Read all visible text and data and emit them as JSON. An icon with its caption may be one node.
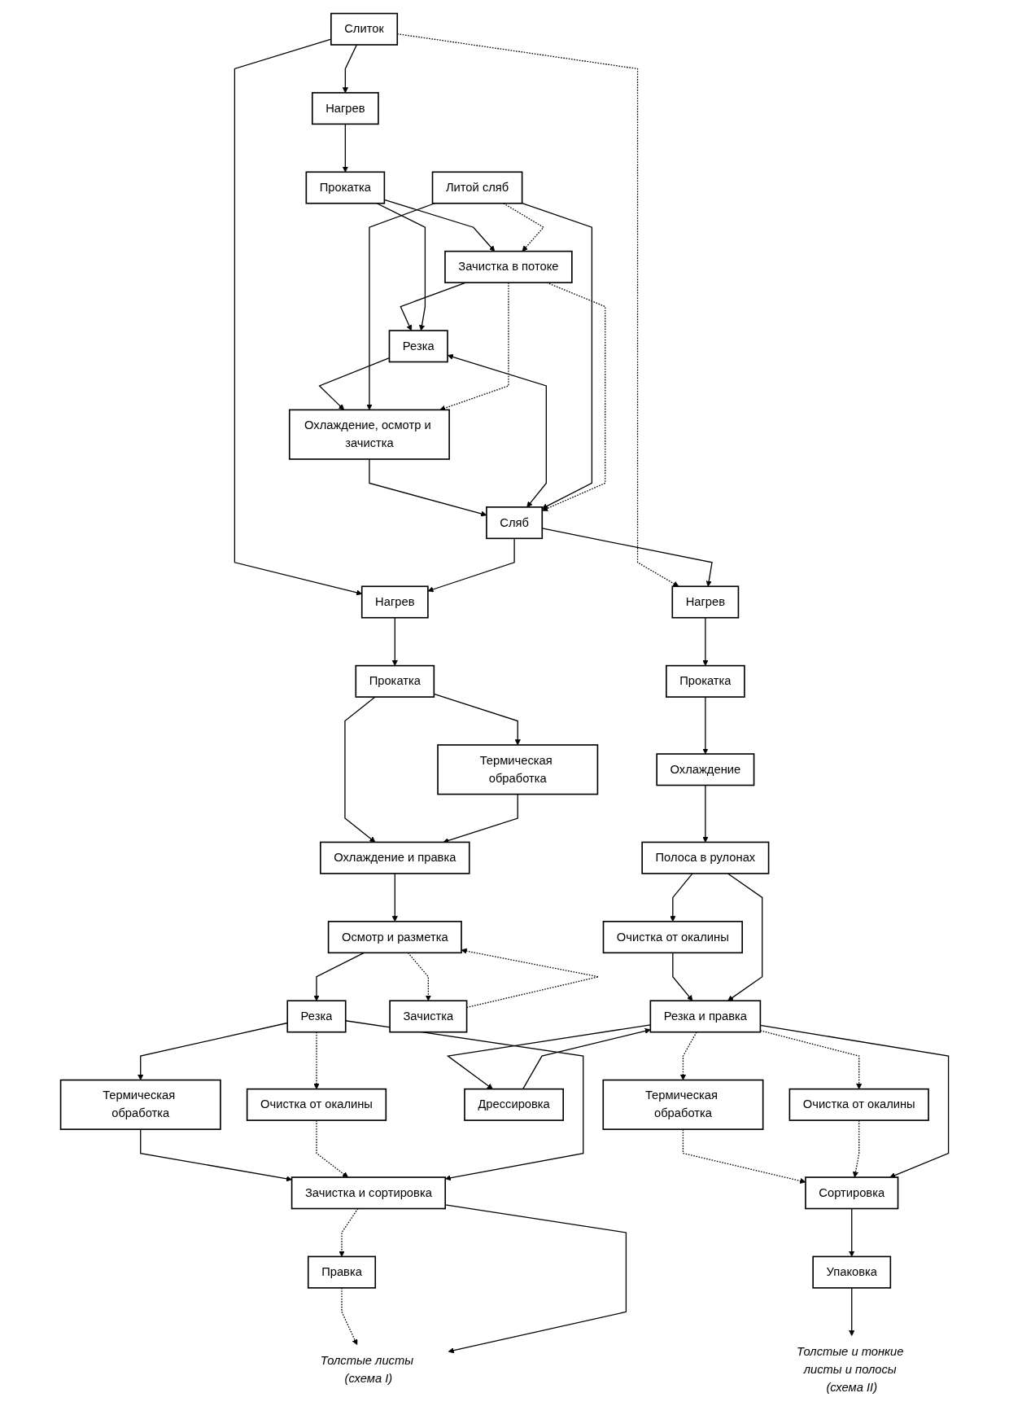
{
  "diagram": {
    "nodes": [
      {
        "text": [
          "Слиток"
        ]
      },
      {
        "text": [
          "Литой сляб"
        ]
      },
      {
        "text": [
          "Нагрев"
        ]
      },
      {
        "text": [
          "Прокатка"
        ]
      },
      {
        "text": [
          "Зачистка в потоке"
        ]
      },
      {
        "text": [
          "Резка"
        ]
      },
      {
        "text": [
          "Охлаждение, осмотр и зачистка"
        ]
      },
      {
        "text": [
          "Сляб"
        ]
      },
      {
        "text": [
          "Нагрев"
        ]
      },
      {
        "text": [
          "Нагрев"
        ]
      },
      {
        "text": [
          "Прокатка"
        ]
      },
      {
        "text": [
          "Прокатка"
        ]
      },
      {
        "text": [
          "Термическая обработка"
        ]
      },
      {
        "text": [
          "Охлаждение и правка"
        ]
      },
      {
        "text": [
          "Охлаждение"
        ]
      },
      {
        "text": [
          "Зачистка"
        ]
      },
      {
        "text": [
          "Осмотр и разметка"
        ]
      },
      {
        "text": [
          "Полоса в рулонах"
        ]
      },
      {
        "text": [
          "Очистка от окалины"
        ]
      },
      {
        "text": [
          "Термическая обработка"
        ]
      },
      {
        "text": [
          "Резка"
        ]
      },
      {
        "text": [
          "Резка и правка"
        ]
      },
      {
        "text": [
          "Дрессировка"
        ]
      },
      {
        "text": [
          "Очистка от окалины"
        ]
      },
      {
        "text": [
          "Термическая обработка"
        ]
      },
      {
        "text": [
          "Очистка от окалины"
        ]
      },
      {
        "text": [
          "Зачистка и сортировка"
        ]
      },
      {
        "text": [
          "Сортировка"
        ]
      },
      {
        "text": [
          "Правка"
        ]
      },
      {
        "text": [
          "Упаковка"
        ]
      },
      {
        "text": [
          "Толстые листы (схема I)"
        ]
      },
      {
        "text": [
          "Толстые и тонкие листы и полосы (схема II)"
        ]
      }
    ],
    "edges": [
      {
        "from": 0,
        "to": 2,
        "arrow": "to"
      },
      {
        "from": 2,
        "to": 3,
        "arrow": "to"
      },
      {
        "from": 3,
        "to": 4,
        "arrow": "to"
      },
      {
        "from": 4,
        "to": 5,
        "arrow": "to"
      },
      {
        "from": 5,
        "to": 6,
        "arrow": "to"
      },
      {
        "from": 6,
        "to": 7,
        "arrow": "to"
      },
      {
        "from": 0,
        "to": 8,
        "arrow": "to"
      },
      {
        "from": 0,
        "to": 9,
        "arrow": "to",
        "style": "dashed"
      },
      {
        "from": 3,
        "to": 5,
        "arrow": "to"
      },
      {
        "from": 5,
        "to": 7,
        "arrow": "both"
      },
      {
        "from": 1,
        "to": 6,
        "arrow": "to"
      },
      {
        "from": 1,
        "to": 7,
        "arrow": "to"
      },
      {
        "from": 1,
        "to": 4,
        "arrow": "to",
        "style": "dashed"
      },
      {
        "from": 4,
        "to": 6,
        "arrow": "to",
        "style": "dashed"
      },
      {
        "from": 4,
        "to": 7,
        "arrow": "to",
        "style": "dashed"
      },
      {
        "from": 7,
        "to": 8,
        "arrow": "to"
      },
      {
        "from": 7,
        "to": 9,
        "arrow": "to"
      },
      {
        "from": 8,
        "to": 10,
        "arrow": "to"
      },
      {
        "from": 10,
        "to": 13,
        "arrow": "to"
      },
      {
        "from": 10,
        "to": 12,
        "arrow": "to"
      },
      {
        "from": 12,
        "to": 13,
        "arrow": "to"
      },
      {
        "from": 13,
        "to": 16,
        "arrow": "to"
      },
      {
        "from": 16,
        "to": 15,
        "arrow": "to",
        "style": "dashed"
      },
      {
        "from": 15,
        "to": 16,
        "arrow": "to",
        "style": "dashed"
      },
      {
        "from": 16,
        "to": 20,
        "arrow": "to"
      },
      {
        "from": 20,
        "to": 19,
        "arrow": "to"
      },
      {
        "from": 19,
        "to": 26,
        "arrow": "to"
      },
      {
        "from": 20,
        "to": 23,
        "arrow": "to",
        "style": "dashed"
      },
      {
        "from": 23,
        "to": 26,
        "arrow": "to",
        "style": "dashed"
      },
      {
        "from": 20,
        "to": 26,
        "arrow": "to"
      },
      {
        "from": 26,
        "to": 28,
        "arrow": "to",
        "style": "dashed"
      },
      {
        "from": 28,
        "to": 30,
        "arrow": "to",
        "style": "dashed"
      },
      {
        "from": 26,
        "to": 30,
        "arrow": "to"
      },
      {
        "from": 9,
        "to": 11,
        "arrow": "to"
      },
      {
        "from": 11,
        "to": 14,
        "arrow": "to"
      },
      {
        "from": 14,
        "to": 17,
        "arrow": "to"
      },
      {
        "from": 17,
        "to": 18,
        "arrow": "to"
      },
      {
        "from": 18,
        "to": 21,
        "arrow": "to"
      },
      {
        "from": 17,
        "to": 21,
        "arrow": "to"
      },
      {
        "from": 22,
        "to": 21,
        "arrow": "to"
      },
      {
        "from": 21,
        "to": 22,
        "arrow": "to"
      },
      {
        "from": 21,
        "to": 24,
        "arrow": "to",
        "style": "dashed"
      },
      {
        "from": 21,
        "to": 25,
        "arrow": "to",
        "style": "dashed"
      },
      {
        "from": 24,
        "to": 27,
        "arrow": "to",
        "style": "dashed"
      },
      {
        "from": 25,
        "to": 27,
        "arrow": "to",
        "style": "dashed"
      },
      {
        "from": 21,
        "to": 27,
        "arrow": "to"
      },
      {
        "from": 27,
        "to": 29,
        "arrow": "to"
      },
      {
        "from": 29,
        "to": 31,
        "arrow": "to"
      }
    ]
  }
}
